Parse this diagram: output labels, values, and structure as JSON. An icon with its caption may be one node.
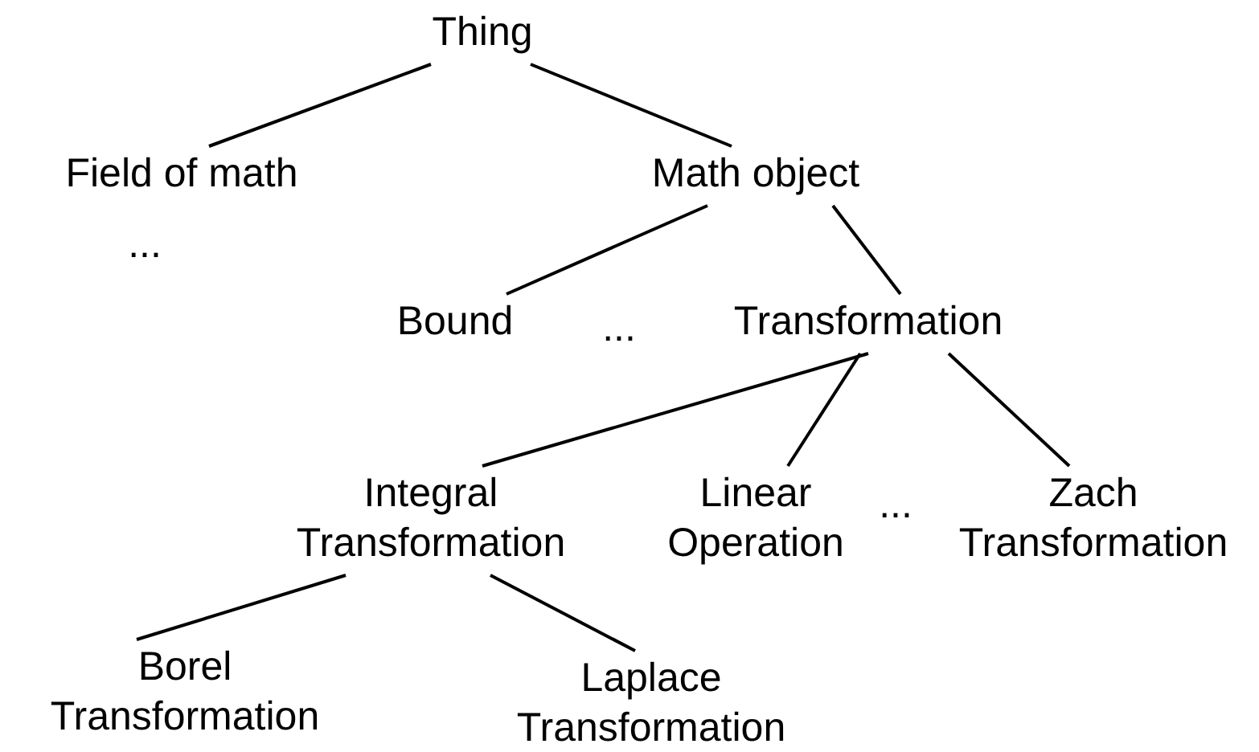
{
  "diagram": {
    "nodes": [
      {
        "text": [
          "Thing"
        ]
      },
      {
        "text": [
          "Field of math"
        ]
      },
      {
        "text": [
          "Math object"
        ]
      },
      {
        "text": [
          "Bound"
        ]
      },
      {
        "text": [
          "Transformation"
        ]
      },
      {
        "text": [
          "Integral Transformation"
        ]
      },
      {
        "text": [
          "Linear Operation"
        ]
      },
      {
        "text": [
          "Zach Transformation"
        ]
      },
      {
        "text": [
          "Borel Transformation"
        ]
      },
      {
        "text": [
          "Laplace Transformation"
        ]
      }
    ],
    "edges": [
      {
        "from": 0,
        "to": 1,
        "arrow": "none"
      },
      {
        "from": 0,
        "to": 2,
        "arrow": "none"
      },
      {
        "from": 2,
        "to": 3,
        "arrow": "none"
      },
      {
        "from": 2,
        "to": 4,
        "arrow": "none"
      },
      {
        "from": 4,
        "to": 5,
        "arrow": "none"
      },
      {
        "from": 4,
        "to": 6,
        "arrow": "none"
      },
      {
        "from": 4,
        "to": 7,
        "arrow": "none"
      },
      {
        "from": 5,
        "to": 8,
        "arrow": "none"
      },
      {
        "from": 5,
        "to": 9,
        "arrow": "none"
      }
    ],
    "labels": [
      "...",
      "...",
      "..."
    ]
  }
}
